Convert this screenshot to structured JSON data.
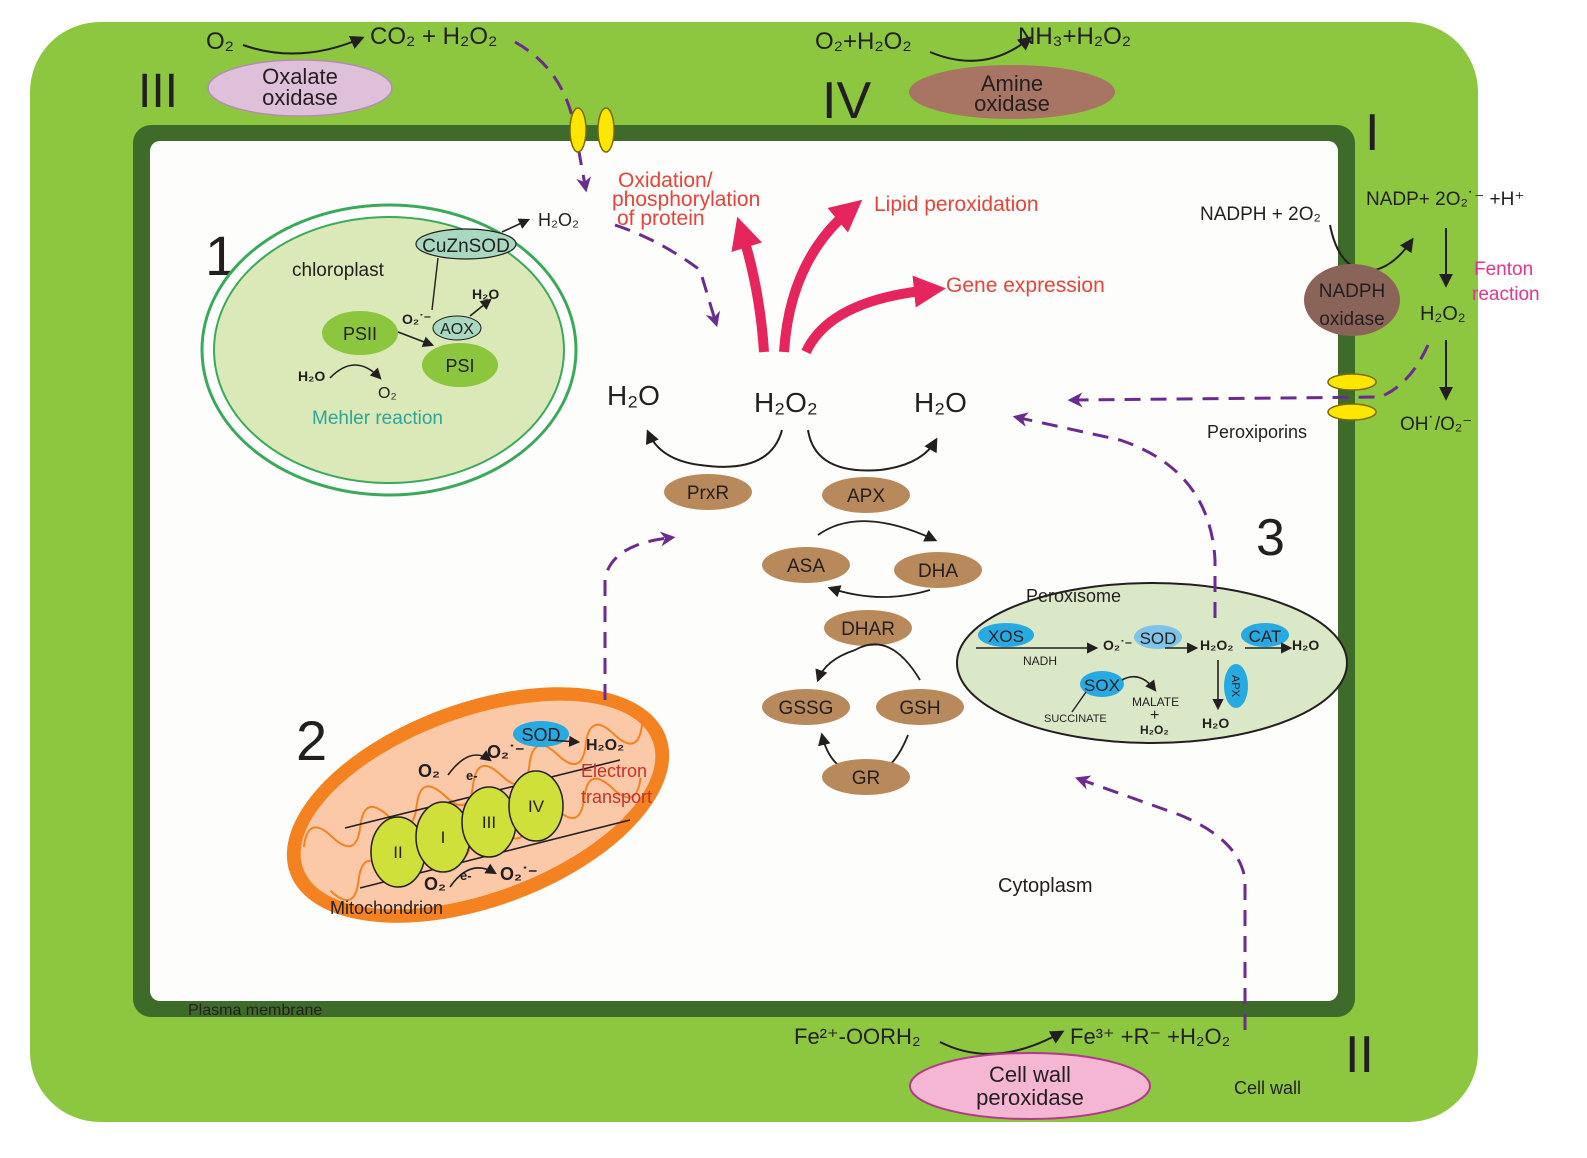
{
  "colors": {
    "cell_wall": "#8dc63f",
    "plasma_membrane": "#3f6b2a",
    "cytoplasm": "#fdfdfb",
    "chloroplast_fill": "#dbe8b7",
    "chloroplast_stroke": "#3aaa5a",
    "mito_outer": "#f58220",
    "mito_inner": "#fbc9a8",
    "complex_fill": "#cfe03a",
    "enzyme_brown": "#b8895a",
    "arrow_red": "#e5255c",
    "arrow_purple": "#6b2c91",
    "channel_yellow": "#ffe600",
    "peroxisome_fill": "#dbe8c8",
    "blue_enzyme": "#27a9e1",
    "text_red": "#e8433a",
    "text_pink": "#e6338f",
    "text_teal": "#2ea59a"
  },
  "cell_wall_label": "Cell wall",
  "plasma_membrane_label": "Plasma membrane",
  "cytoplasm_label": "Cytoplasm",
  "peroxiporins_label": "Peroxiporins",
  "roman": {
    "i": "I",
    "ii": "II",
    "iii": "III",
    "iv": "IV"
  },
  "numbers": {
    "one": "1",
    "two": "2",
    "three": "3"
  },
  "oxalate": {
    "enzyme_line1": "Oxalate",
    "enzyme_line2": "oxidase",
    "substrate": "O₂",
    "product": "CO₂ + H₂O₂"
  },
  "amine": {
    "enzyme_line1": "Amine",
    "enzyme_line2": "oxidase",
    "substrate": "O₂+H₂O₂",
    "product": "NH₃+H₂O₂"
  },
  "nadph": {
    "enzyme_line1": "NADPH",
    "enzyme_line2": "oxidase",
    "substrate": "NADPH + 2O₂",
    "product": "NADP+ 2O₂˙⁻ +H⁺",
    "h2o2": "H₂O₂",
    "products2": "OH˙/O₂⁻",
    "fenton_line1": "Fenton",
    "fenton_line2": "reaction"
  },
  "cellwall_perox": {
    "enzyme_line1": "Cell wall",
    "enzyme_line2": "peroxidase",
    "substrate": "Fe²⁺-OORH₂",
    "product": "Fe³⁺ +R⁻ +H₂O₂"
  },
  "effects": {
    "oxidation_line1": "Oxidation/",
    "oxidation_line2": "phosphorylation",
    "oxidation_line3": "of protein",
    "lipid": "Lipid peroxidation",
    "gene": "Gene expression"
  },
  "center": {
    "h2o2": "H₂O₂",
    "h2o_left": "H₂O",
    "h2o_right": "H₂O",
    "prxr": "PrxR",
    "apx": "APX",
    "asa": "ASA",
    "dha": "DHA",
    "dhar": "DHAR",
    "gssg": "GSSG",
    "gsh": "GSH",
    "gr": "GR"
  },
  "chloroplast": {
    "label": "chloroplast",
    "cuznsod": "CuZnSOD",
    "h2o2": "H₂O₂",
    "psii": "PSII",
    "psi": "PSI",
    "aox": "AOX",
    "o2rad": "O₂˙⁻",
    "h2o_top": "H₂O",
    "h2o_bottom": "H₂O",
    "o2": "O₂",
    "mehler": "Mehler reaction"
  },
  "mitochondrion": {
    "label": "Mitochondrion",
    "sod": "SOD",
    "h2o2": "H₂O₂",
    "o2_top": "O₂",
    "e_top": "e-",
    "o2rad_top": "O₂˙⁻",
    "o2_bottom": "O₂",
    "e_bottom": "e-",
    "o2rad_bottom": "O₂˙⁻",
    "et_line1": "Electron",
    "et_line2": "transport",
    "complexes": [
      "II",
      "I",
      "III",
      "IV"
    ]
  },
  "peroxisome": {
    "label": "Peroxisome",
    "xos": "XOS",
    "nadh": "NADH",
    "o2rad": "O₂˙⁻",
    "sod": "SOD",
    "h2o2": "H₂O₂",
    "cat": "CAT",
    "h2o": "H₂O",
    "sox": "SOX",
    "succinate": "SUCCINATE",
    "malate": "MALATE",
    "plus": "+",
    "h2o2_b": "H₂O₂",
    "apx": "APX",
    "h2o_b": "H₂O"
  }
}
